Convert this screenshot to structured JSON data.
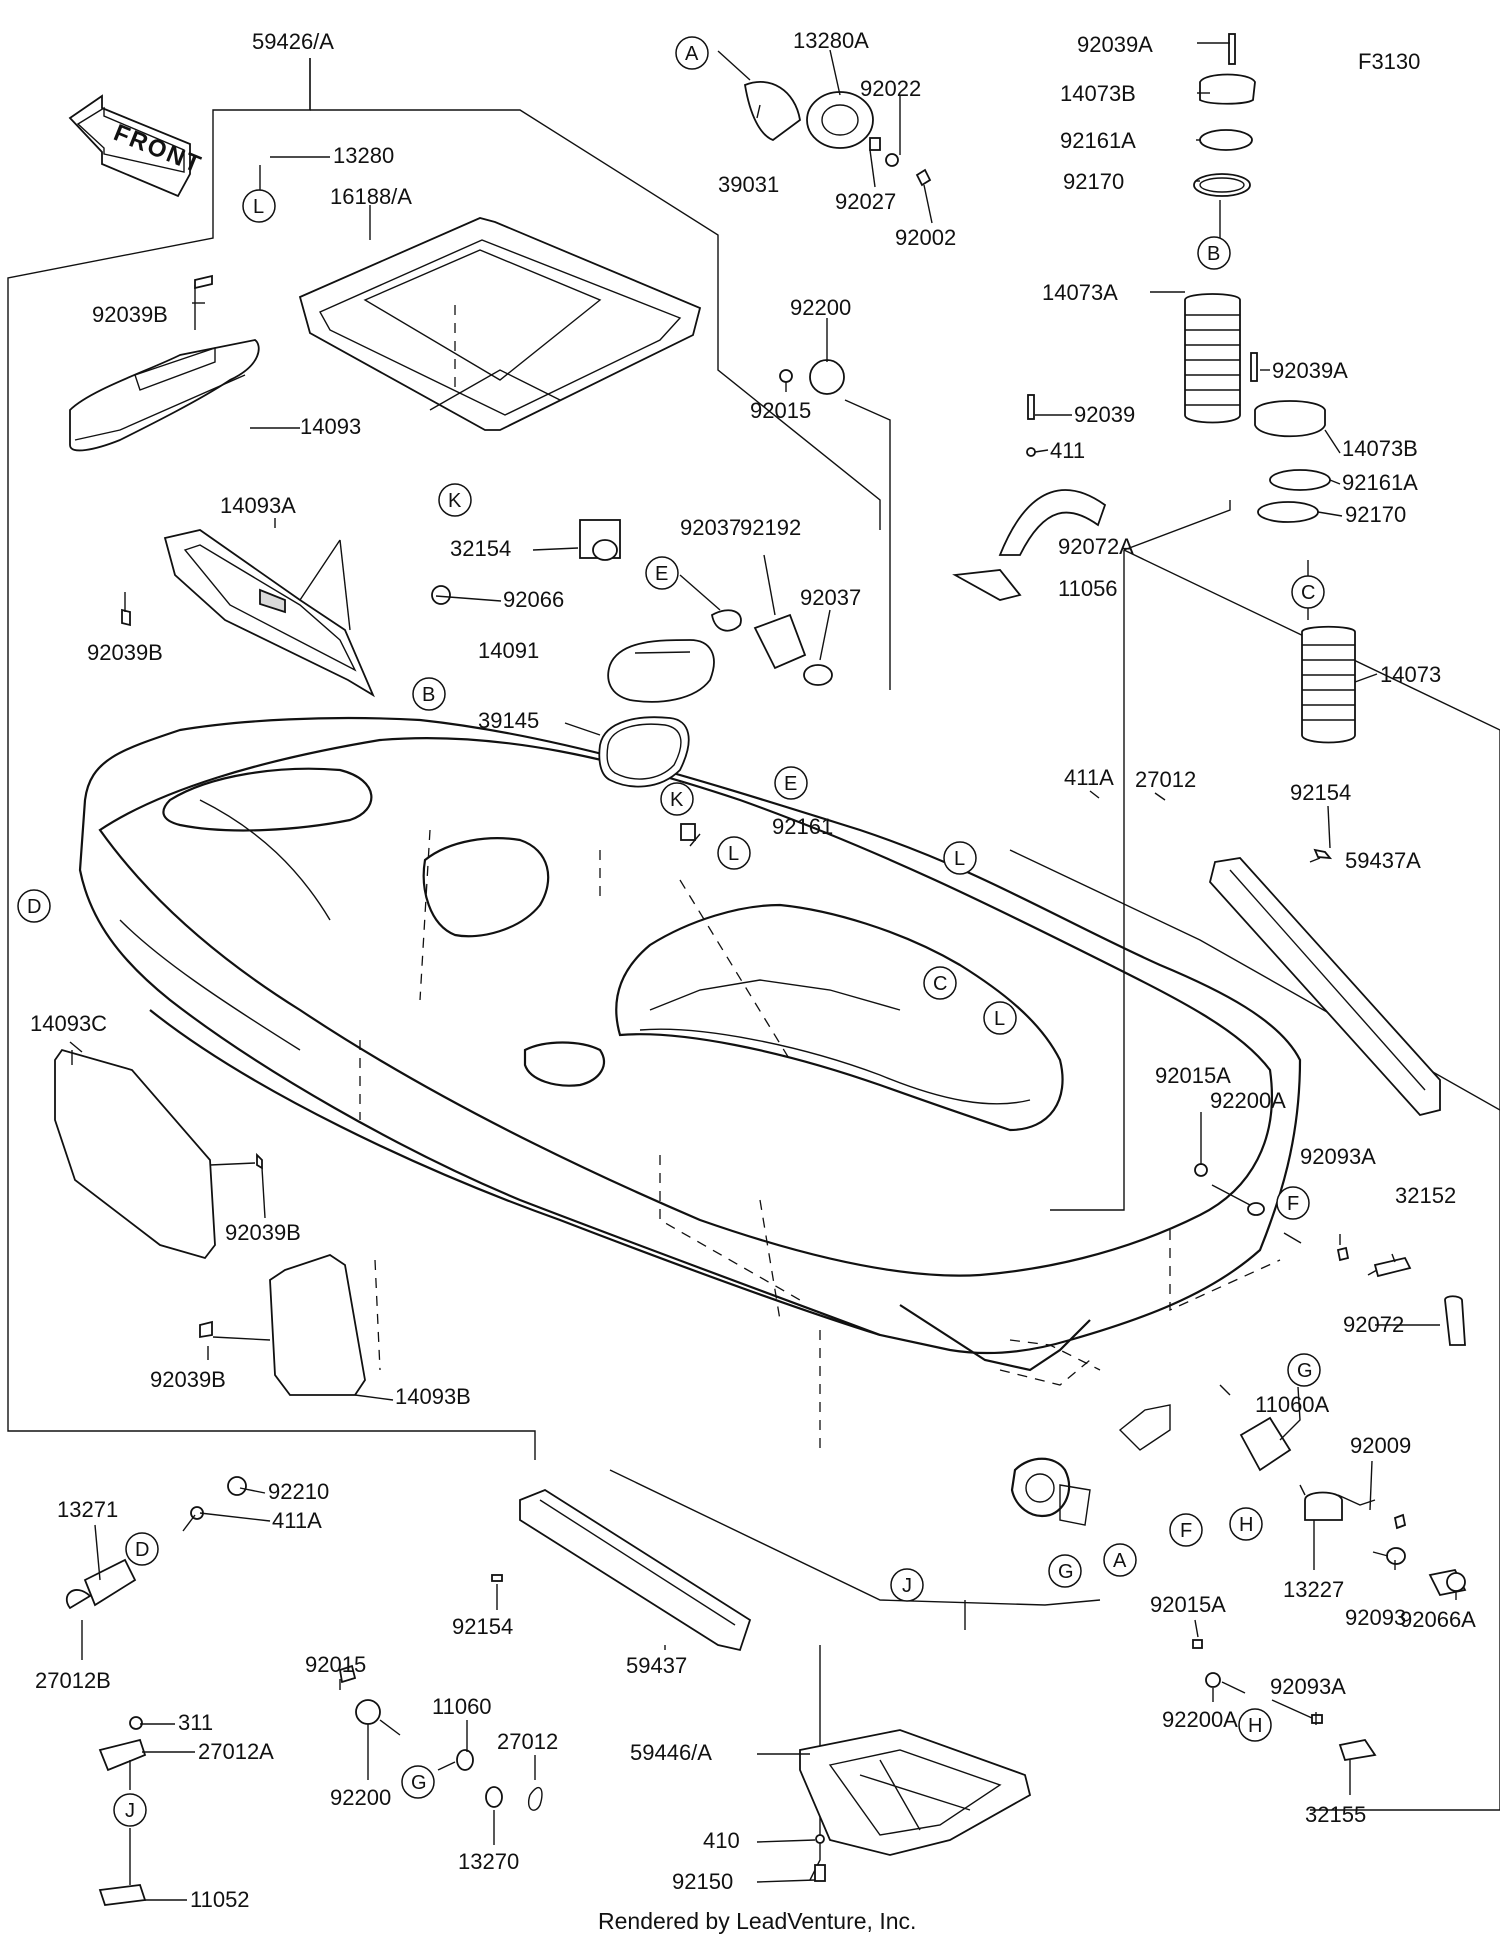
{
  "figure_code": "F3130",
  "front_label": "FRONT",
  "footer": "Rendered by LeadVenture, Inc.",
  "part_labels": [
    {
      "id": "59426_A",
      "text": "59426/A"
    },
    {
      "id": "13280",
      "text": "13280"
    },
    {
      "id": "16188_A",
      "text": "16188/A"
    },
    {
      "id": "92039B_1",
      "text": "92039B"
    },
    {
      "id": "14093",
      "text": "14093"
    },
    {
      "id": "14093A",
      "text": "14093A"
    },
    {
      "id": "92039B_2",
      "text": "92039B"
    },
    {
      "id": "92066",
      "text": "92066"
    },
    {
      "id": "14093C",
      "text": "14093C"
    },
    {
      "id": "92039B_3",
      "text": "92039B"
    },
    {
      "id": "92039B_4",
      "text": "92039B"
    },
    {
      "id": "14093B",
      "text": "14093B"
    },
    {
      "id": "13280A",
      "text": "13280A"
    },
    {
      "id": "39031",
      "text": "39031"
    },
    {
      "id": "92022",
      "text": "92022"
    },
    {
      "id": "92027",
      "text": "92027"
    },
    {
      "id": "92002",
      "text": "92002"
    },
    {
      "id": "92200_1",
      "text": "92200"
    },
    {
      "id": "92015_1",
      "text": "92015"
    },
    {
      "id": "32154",
      "text": "32154"
    },
    {
      "id": "92037_1",
      "text": "92037"
    },
    {
      "id": "92192",
      "text": "92192"
    },
    {
      "id": "92037_2",
      "text": "92037"
    },
    {
      "id": "14091",
      "text": "14091"
    },
    {
      "id": "39145",
      "text": "39145"
    },
    {
      "id": "92161",
      "text": "92161"
    },
    {
      "id": "92039A_1",
      "text": "92039A"
    },
    {
      "id": "14073B_1",
      "text": "14073B"
    },
    {
      "id": "92161A_1",
      "text": "92161A"
    },
    {
      "id": "92170_1",
      "text": "92170"
    },
    {
      "id": "14073A",
      "text": "14073A"
    },
    {
      "id": "92039A_2",
      "text": "92039A"
    },
    {
      "id": "92039",
      "text": "92039"
    },
    {
      "id": "411",
      "text": "411"
    },
    {
      "id": "14073B_2",
      "text": "14073B"
    },
    {
      "id": "92161A_2",
      "text": "92161A"
    },
    {
      "id": "92170_2",
      "text": "92170"
    },
    {
      "id": "92072A",
      "text": "92072A"
    },
    {
      "id": "11056",
      "text": "11056"
    },
    {
      "id": "14073",
      "text": "14073"
    },
    {
      "id": "411A_1",
      "text": "411A"
    },
    {
      "id": "27012_1",
      "text": "27012"
    },
    {
      "id": "92154_1",
      "text": "92154"
    },
    {
      "id": "59437A",
      "text": "59437A"
    },
    {
      "id": "92015A_1",
      "text": "92015A"
    },
    {
      "id": "92200A_1",
      "text": "92200A"
    },
    {
      "id": "92093A_1",
      "text": "92093A"
    },
    {
      "id": "32152",
      "text": "32152"
    },
    {
      "id": "92072",
      "text": "92072"
    },
    {
      "id": "11060A",
      "text": "11060A"
    },
    {
      "id": "92009",
      "text": "92009"
    },
    {
      "id": "13227",
      "text": "13227"
    },
    {
      "id": "92093",
      "text": "92093"
    },
    {
      "id": "92066A",
      "text": "92066A"
    },
    {
      "id": "92015A_2",
      "text": "92015A"
    },
    {
      "id": "92093A_2",
      "text": "92093A"
    },
    {
      "id": "92200A_2",
      "text": "92200A"
    },
    {
      "id": "32155",
      "text": "32155"
    },
    {
      "id": "13271",
      "text": "13271"
    },
    {
      "id": "92210",
      "text": "92210"
    },
    {
      "id": "411A_2",
      "text": "411A"
    },
    {
      "id": "27012B",
      "text": "27012B"
    },
    {
      "id": "311",
      "text": "311"
    },
    {
      "id": "27012A",
      "text": "27012A"
    },
    {
      "id": "11052",
      "text": "11052"
    },
    {
      "id": "92015_2",
      "text": "92015"
    },
    {
      "id": "92200_2",
      "text": "92200"
    },
    {
      "id": "11060",
      "text": "11060"
    },
    {
      "id": "13270",
      "text": "13270"
    },
    {
      "id": "27012_2",
      "text": "27012"
    },
    {
      "id": "92154_2",
      "text": "92154"
    },
    {
      "id": "59437",
      "text": "59437"
    },
    {
      "id": "59446_A",
      "text": "59446/A"
    },
    {
      "id": "410",
      "text": "410"
    },
    {
      "id": "92150",
      "text": "92150"
    }
  ],
  "callouts": [
    {
      "id": "L_1",
      "text": "L"
    },
    {
      "id": "K_1",
      "text": "K"
    },
    {
      "id": "A_1",
      "text": "A"
    },
    {
      "id": "E_1",
      "text": "E"
    },
    {
      "id": "B_1",
      "text": "B"
    },
    {
      "id": "C_1",
      "text": "C"
    },
    {
      "id": "B_2",
      "text": "B"
    },
    {
      "id": "D_1",
      "text": "D"
    },
    {
      "id": "K_2",
      "text": "K"
    },
    {
      "id": "E_2",
      "text": "E"
    },
    {
      "id": "L_2",
      "text": "L"
    },
    {
      "id": "L_3",
      "text": "L"
    },
    {
      "id": "C_2",
      "text": "C"
    },
    {
      "id": "L_4",
      "text": "L"
    },
    {
      "id": "F_1",
      "text": "F"
    },
    {
      "id": "G_1",
      "text": "G"
    },
    {
      "id": "F_2",
      "text": "F"
    },
    {
      "id": "H_1",
      "text": "H"
    },
    {
      "id": "A_2",
      "text": "A"
    },
    {
      "id": "G_2",
      "text": "G"
    },
    {
      "id": "J_1",
      "text": "J"
    },
    {
      "id": "D_2",
      "text": "D"
    },
    {
      "id": "J_2",
      "text": "J"
    },
    {
      "id": "G_3",
      "text": "G"
    },
    {
      "id": "H_2",
      "text": "H"
    }
  ]
}
